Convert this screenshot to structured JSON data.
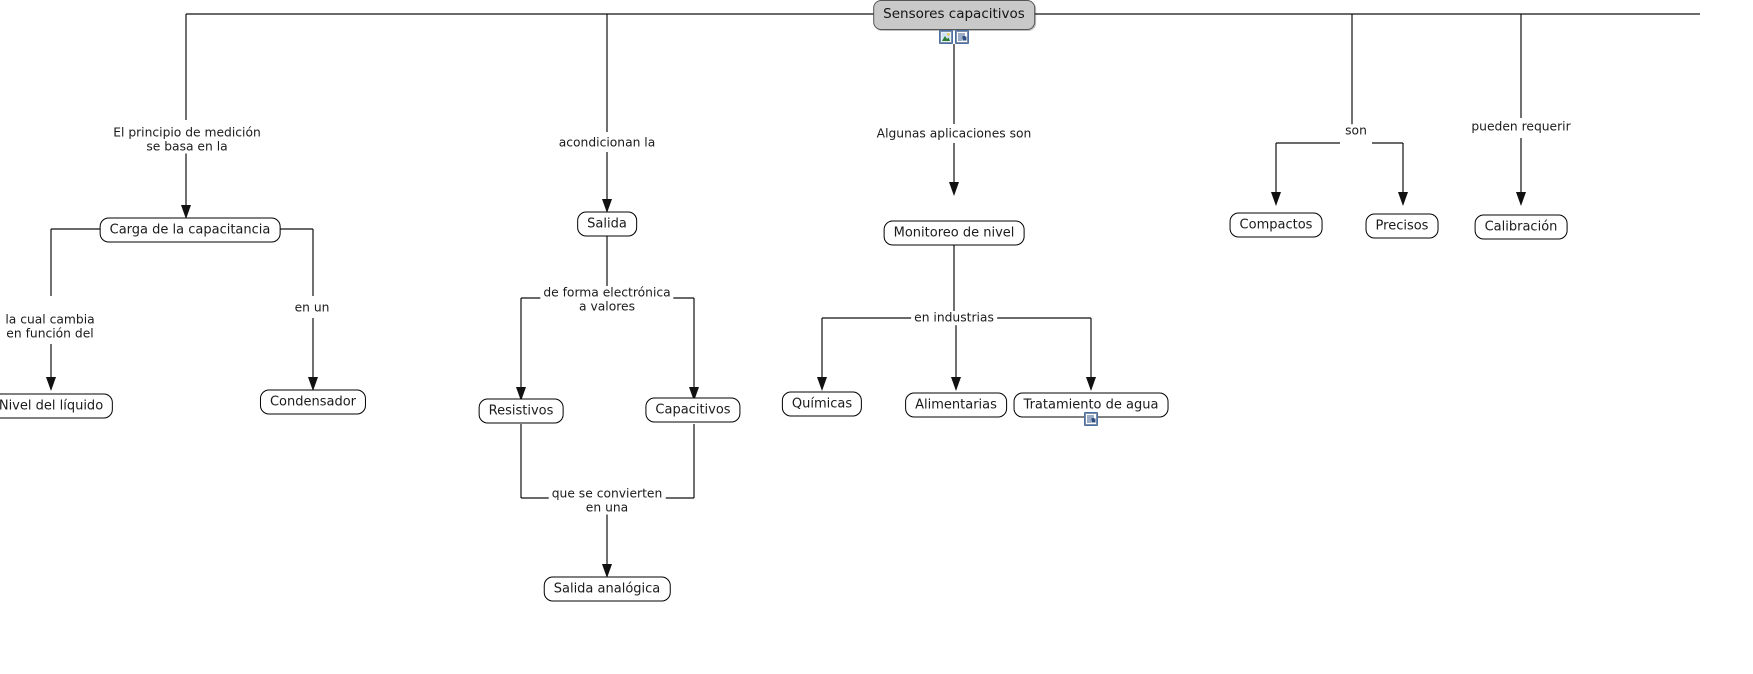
{
  "map": {
    "title": "Sensores capacitivos",
    "root": {
      "label": "Sensores capacitivos",
      "fill_color": "#c9c9c9",
      "border_color": "#555555",
      "icons": [
        "image-attachment-icon",
        "note-attachment-icon"
      ]
    },
    "nodes": [
      {
        "id": "carga",
        "label": "Carga de la capacitancia"
      },
      {
        "id": "nivel",
        "label": "Nivel del líquido"
      },
      {
        "id": "condensador",
        "label": "Condensador"
      },
      {
        "id": "salida",
        "label": "Salida"
      },
      {
        "id": "resistivos",
        "label": "Resistivos"
      },
      {
        "id": "capacitivos",
        "label": "Capacitivos"
      },
      {
        "id": "salida-analogica",
        "label": "Salida analógica"
      },
      {
        "id": "monitoreo",
        "label": "Monitoreo de nivel"
      },
      {
        "id": "quimicas",
        "label": "Químicas"
      },
      {
        "id": "alimentarias",
        "label": "Alimentarias"
      },
      {
        "id": "tratamiento",
        "label": "Tratamiento de agua",
        "icons": [
          "note-attachment-icon"
        ]
      },
      {
        "id": "compactos",
        "label": "Compactos"
      },
      {
        "id": "precisos",
        "label": "Precisos"
      },
      {
        "id": "calibracion",
        "label": "Calibración"
      }
    ],
    "links": [
      {
        "id": "l1",
        "label": "El principio de medición\nse basa en la"
      },
      {
        "id": "l2",
        "label": "la cual cambia\nen función del"
      },
      {
        "id": "l3",
        "label": "en un"
      },
      {
        "id": "l4",
        "label": "acondicionan la"
      },
      {
        "id": "l5",
        "label": "de forma electrónica\na valores"
      },
      {
        "id": "l6",
        "label": "que se convierten\nen una"
      },
      {
        "id": "l7",
        "label": "Algunas aplicaciones son"
      },
      {
        "id": "l8",
        "label": "en industrias"
      },
      {
        "id": "l9",
        "label": "son"
      },
      {
        "id": "l10",
        "label": "pueden requerir"
      }
    ]
  }
}
